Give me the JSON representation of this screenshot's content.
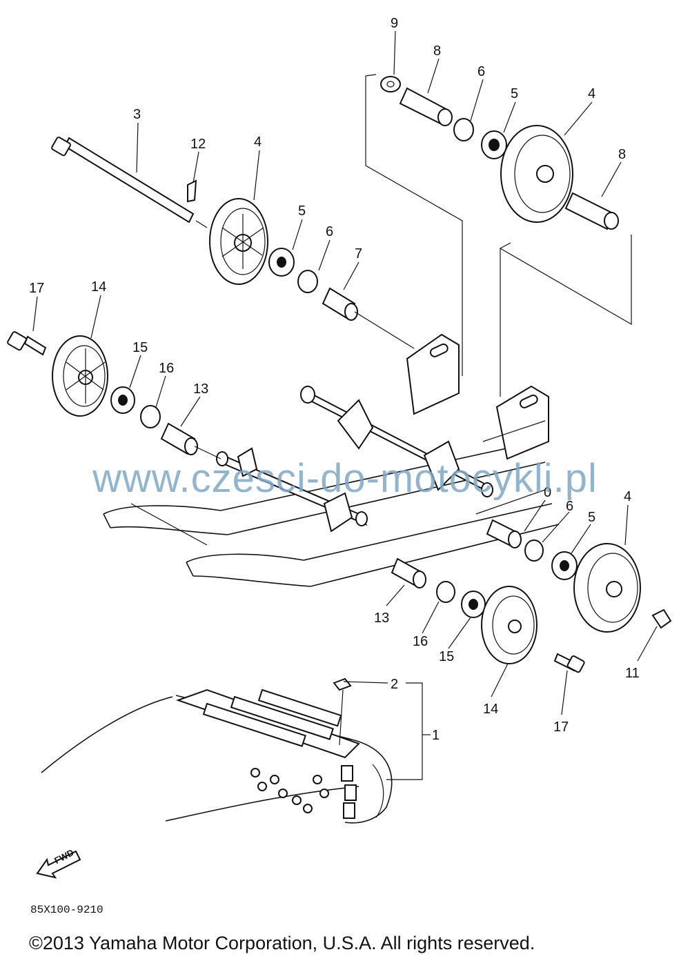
{
  "callouts": [
    {
      "n": "9"
    },
    {
      "n": "8"
    },
    {
      "n": "6"
    },
    {
      "n": "5"
    },
    {
      "n": "4"
    },
    {
      "n": "8"
    },
    {
      "n": "3"
    },
    {
      "n": "12"
    },
    {
      "n": "4"
    },
    {
      "n": "5"
    },
    {
      "n": "6"
    },
    {
      "n": "7"
    },
    {
      "n": "17"
    },
    {
      "n": "14"
    },
    {
      "n": "15"
    },
    {
      "n": "16"
    },
    {
      "n": "13"
    },
    {
      "n": "0"
    },
    {
      "n": "6"
    },
    {
      "n": "5"
    },
    {
      "n": "4"
    },
    {
      "n": "13"
    },
    {
      "n": "16"
    },
    {
      "n": "15"
    },
    {
      "n": "14"
    },
    {
      "n": "17"
    },
    {
      "n": "11"
    },
    {
      "n": "2"
    },
    {
      "n": "1"
    }
  ],
  "watermark": "www.czesci-do-motocykli.pl",
  "fwd_label": "FWD",
  "diagram_code": "85X100-9210",
  "copyright": "©2013 Yamaha Motor Corporation, U.S.A. All rights reserved."
}
